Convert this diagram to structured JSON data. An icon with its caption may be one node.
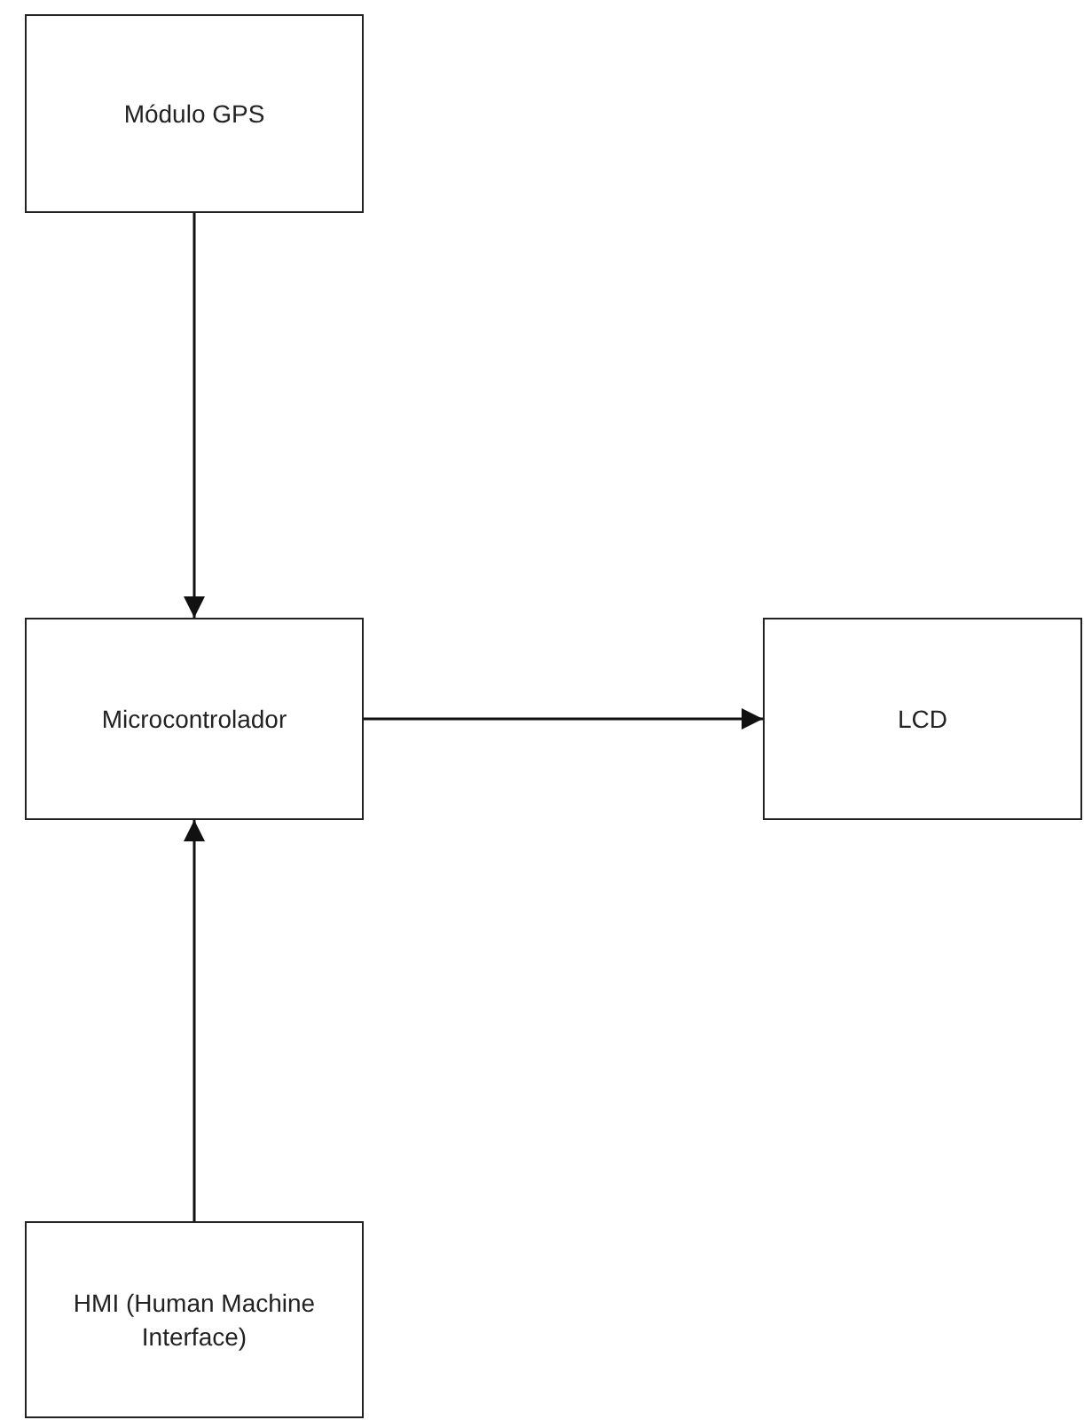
{
  "diagram": {
    "nodes": [
      {
        "text": [
          "Módulo GPS"
        ]
      },
      {
        "text": [
          "Microcontrolador"
        ]
      },
      {
        "text": [
          "LCD"
        ]
      },
      {
        "text": [
          "HMI (Human Machine Interface)"
        ]
      }
    ],
    "edges": [
      {
        "from": 0,
        "to": 1,
        "arrow": "to"
      },
      {
        "from": 1,
        "to": 2,
        "arrow": "to"
      },
      {
        "from": 3,
        "to": 1,
        "arrow": "to"
      }
    ]
  }
}
